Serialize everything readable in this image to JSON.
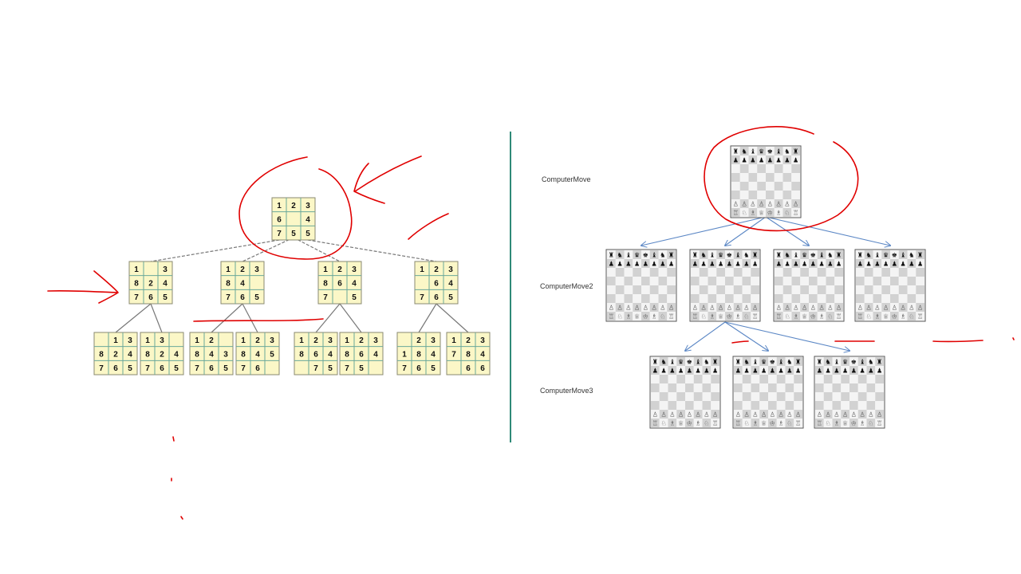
{
  "colors": {
    "puzzle_bg": "#fbf7c7",
    "puzzle_grid": "#6aa89a",
    "board_light": "#f4f4f4",
    "board_dark": "#d2d2d2",
    "arrow_blue": "#5b87c5",
    "annotation_red": "#e00000",
    "divider": "#2f8a78"
  },
  "puzzle_tree": {
    "root": [
      "1",
      "2",
      "3",
      "6",
      "",
      "4",
      "7",
      "5",
      "5"
    ],
    "level1": [
      [
        "1",
        "",
        "3",
        "8",
        "2",
        "4",
        "7",
        "6",
        "5"
      ],
      [
        "1",
        "2",
        "3",
        "8",
        "4",
        "",
        "7",
        "6",
        "5"
      ],
      [
        "1",
        "2",
        "3",
        "8",
        "6",
        "4",
        "7",
        "",
        "5"
      ],
      [
        "1",
        "2",
        "3",
        "",
        "6",
        "4",
        "7",
        "6",
        "5"
      ]
    ],
    "level2": [
      [
        "",
        "1",
        "3",
        "8",
        "2",
        "4",
        "7",
        "6",
        "5"
      ],
      [
        "1",
        "3",
        "",
        "8",
        "2",
        "4",
        "7",
        "6",
        "5"
      ],
      [
        "1",
        "2",
        "",
        "8",
        "4",
        "3",
        "7",
        "6",
        "5"
      ],
      [
        "1",
        "2",
        "3",
        "8",
        "4",
        "5",
        "7",
        "6",
        ""
      ],
      [
        "1",
        "2",
        "3",
        "8",
        "6",
        "4",
        "",
        "7",
        "5"
      ],
      [
        "1",
        "2",
        "3",
        "8",
        "6",
        "4",
        "7",
        "5",
        ""
      ],
      [
        "",
        "2",
        "3",
        "1",
        "8",
        "4",
        "7",
        "6",
        "5"
      ],
      [
        "1",
        "2",
        "3",
        "7",
        "8",
        "4",
        "",
        "6",
        "6"
      ]
    ]
  },
  "chess_tree": {
    "labels": [
      "ComputerMove",
      "ComputerMove2",
      "ComputerMove3"
    ],
    "pieces": {
      "black_back": [
        "♜",
        "♞",
        "♝",
        "♛",
        "♚",
        "♝",
        "♞",
        "♜"
      ],
      "black_pawn": "♟",
      "white_back": [
        "♖",
        "♘",
        "♗",
        "♕",
        "♔",
        "♗",
        "♘",
        "♖"
      ],
      "white_pawn": "♙"
    }
  }
}
